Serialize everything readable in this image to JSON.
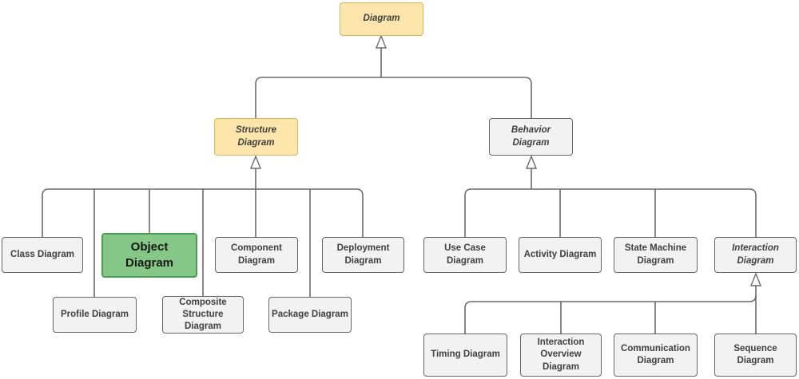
{
  "colors": {
    "line": "#6b6b6b",
    "node_fill": "#f2f2f2",
    "node_border": "#666666",
    "category_fill": "#fbe5aa",
    "category_border": "#d8b55c",
    "highlight_fill": "#85c787",
    "highlight_border": "#4c9c57",
    "text": "#3f3f3f"
  },
  "nodes": {
    "diagram": {
      "label": "Diagram"
    },
    "structure": {
      "label": "Structure\nDiagram"
    },
    "behavior": {
      "label": "Behavior\nDiagram"
    },
    "class": {
      "label": "Class Diagram"
    },
    "object": {
      "label": "Object\nDiagram"
    },
    "component": {
      "label": "Component\nDiagram"
    },
    "deployment": {
      "label": "Deployment\nDiagram"
    },
    "profile": {
      "label": "Profile Diagram"
    },
    "composite_structure": {
      "label": "Composite\nStructure\nDiagram"
    },
    "package": {
      "label": "Package Diagram"
    },
    "use_case": {
      "label": "Use Case Diagram"
    },
    "activity": {
      "label": "Activity Diagram"
    },
    "state_machine": {
      "label": "State Machine\nDiagram"
    },
    "interaction": {
      "label": "Interaction\nDiagram"
    },
    "timing": {
      "label": "Timing Diagram"
    },
    "interaction_overview": {
      "label": "Interaction\nOverview\nDiagram"
    },
    "communication": {
      "label": "Communication\nDiagram"
    },
    "sequence": {
      "label": "Sequence\nDiagram"
    }
  },
  "edges": [
    {
      "from": "structure",
      "to": "diagram",
      "type": "generalization"
    },
    {
      "from": "behavior",
      "to": "diagram",
      "type": "generalization"
    },
    {
      "from": "class",
      "to": "structure",
      "type": "generalization"
    },
    {
      "from": "profile",
      "to": "structure",
      "type": "generalization"
    },
    {
      "from": "object",
      "to": "structure",
      "type": "generalization"
    },
    {
      "from": "composite_structure",
      "to": "structure",
      "type": "generalization"
    },
    {
      "from": "component",
      "to": "structure",
      "type": "generalization"
    },
    {
      "from": "package",
      "to": "structure",
      "type": "generalization"
    },
    {
      "from": "deployment",
      "to": "structure",
      "type": "generalization"
    },
    {
      "from": "use_case",
      "to": "behavior",
      "type": "generalization"
    },
    {
      "from": "activity",
      "to": "behavior",
      "type": "generalization"
    },
    {
      "from": "state_machine",
      "to": "behavior",
      "type": "generalization"
    },
    {
      "from": "interaction",
      "to": "behavior",
      "type": "generalization"
    },
    {
      "from": "timing",
      "to": "interaction",
      "type": "generalization"
    },
    {
      "from": "interaction_overview",
      "to": "interaction",
      "type": "generalization"
    },
    {
      "from": "communication",
      "to": "interaction",
      "type": "generalization"
    },
    {
      "from": "sequence",
      "to": "interaction",
      "type": "generalization"
    }
  ]
}
